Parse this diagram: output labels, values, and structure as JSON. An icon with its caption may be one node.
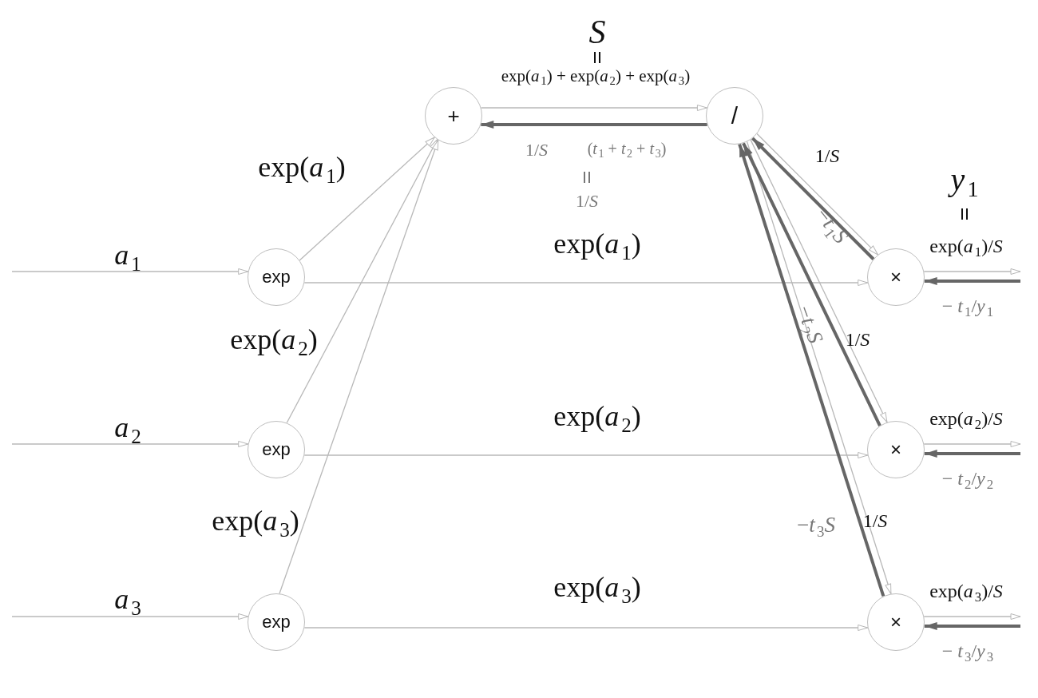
{
  "diagram": {
    "nodes": [
      {
        "text": [
          "+"
        ]
      },
      {
        "text": [
          "/"
        ]
      },
      {
        "text": [
          "exp"
        ]
      },
      {
        "text": [
          "exp"
        ]
      },
      {
        "text": [
          "exp"
        ]
      },
      {
        "text": [
          "×"
        ]
      },
      {
        "text": [
          "×"
        ]
      },
      {
        "text": [
          "×"
        ]
      }
    ],
    "edges": [
      {
        "from": null,
        "to": 2,
        "arrow": "to",
        "label": "*a*$_{1}$"
      },
      {
        "from": null,
        "to": 3,
        "arrow": "to",
        "label": "*a*$_{2}$"
      },
      {
        "from": null,
        "to": 4,
        "arrow": "to",
        "label": "*a*$_{3}$"
      },
      {
        "from": 2,
        "to": 0,
        "arrow": "to",
        "label": "exp(*a*$_{1}$)"
      },
      {
        "from": 3,
        "to": 0,
        "arrow": "to",
        "label": "exp(*a*$_{2}$)"
      },
      {
        "from": 4,
        "to": 0,
        "arrow": "to",
        "label": "exp(*a*$_{3}$)"
      },
      {
        "from": 2,
        "to": 5,
        "arrow": "to",
        "label": "exp(*a*$_{1}$)"
      },
      {
        "from": 3,
        "to": 6,
        "arrow": "to",
        "label": "exp(*a*$_{2}$)"
      },
      {
        "from": 4,
        "to": 7,
        "arrow": "to",
        "label": "exp(*a*$_{3}$)"
      },
      {
        "from": 0,
        "to": 1,
        "arrow": "to",
        "label": "exp(*a*$_{1}$) + exp(*a*$_{2}$) + exp(*a*$_{3}$)"
      },
      {
        "from": 1,
        "to": 0,
        "arrow": "to",
        "label": "1/*S*",
        "style": "thick",
        "color": "#666666"
      },
      {
        "from": 1,
        "to": 5,
        "arrow": "to",
        "label": "1/*S*"
      },
      {
        "from": 1,
        "to": 6,
        "arrow": "to",
        "label": "1/*S*"
      },
      {
        "from": 1,
        "to": 7,
        "arrow": "to",
        "label": "1/*S*"
      },
      {
        "from": 5,
        "to": null,
        "arrow": "to",
        "label": "exp(*a*$_{1}$)/*S*"
      },
      {
        "from": 6,
        "to": null,
        "arrow": "to",
        "label": "exp(*a*$_{2}$)/*S*"
      },
      {
        "from": 7,
        "to": null,
        "arrow": "to",
        "label": "exp(*a*$_{3}$)/*S*"
      },
      {
        "from": 5,
        "to": 1,
        "arrow": "to",
        "label": "−*t*$_{1}$*S*",
        "style": "thick",
        "color": "#666666"
      },
      {
        "from": 6,
        "to": 1,
        "arrow": "to",
        "label": "−*t*$_{2}$*S*",
        "style": "thick",
        "color": "#666666"
      },
      {
        "from": 7,
        "to": 1,
        "arrow": "to",
        "label": "−*t*$_{3}$*S*",
        "style": "thick",
        "color": "#666666"
      },
      {
        "from": null,
        "to": 5,
        "arrow": "to",
        "label": "− *t*$_{1}$/*y*$_{1}$",
        "style": "thick",
        "color": "#666666"
      },
      {
        "from": null,
        "to": 6,
        "arrow": "to",
        "label": "− *t*$_{2}$/*y*$_{2}$",
        "style": "thick",
        "color": "#666666"
      },
      {
        "from": null,
        "to": 7,
        "arrow": "to",
        "label": "− *t*$_{3}$/*y*$_{3}$",
        "style": "thick",
        "color": "#666666"
      }
    ],
    "labels": [
      "S",
      "*y*$_{1}$",
      "(*t*$_{1}$ + *t*$_{2}$ + *t*$_{3}$)",
      "1/*S*"
    ]
  }
}
